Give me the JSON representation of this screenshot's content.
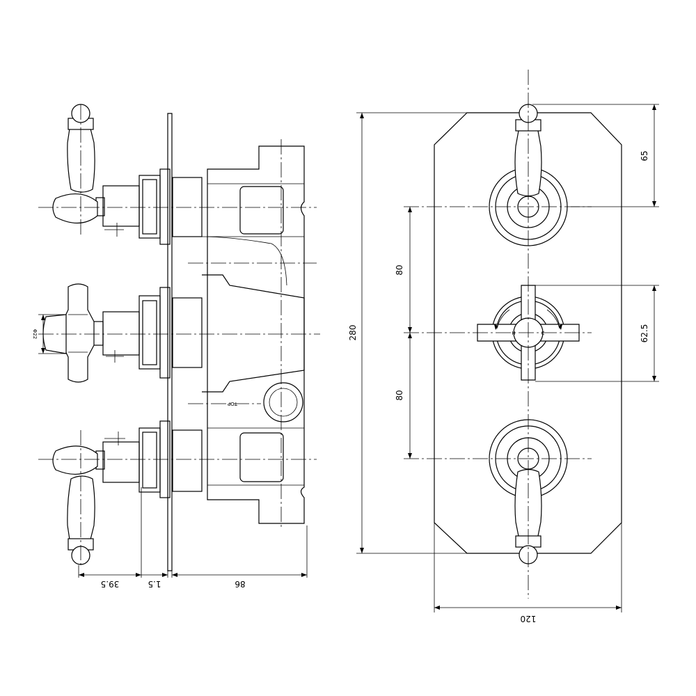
{
  "side_view": {
    "dimensions": {
      "handle_depth": "39.5",
      "plate_thickness": "1.5",
      "body_depth": "86",
      "spindle_dia": "Φ22"
    },
    "body_marking": "TOP"
  },
  "front_view": {
    "dimensions": {
      "plate_height": "280",
      "plate_width": "120",
      "top_handle_offset": "65",
      "upper_spacing": "80",
      "lower_spacing": "80",
      "center_handle_size": "62.5"
    },
    "center_handle_labels": {
      "hot": "H",
      "cold": "C"
    }
  }
}
